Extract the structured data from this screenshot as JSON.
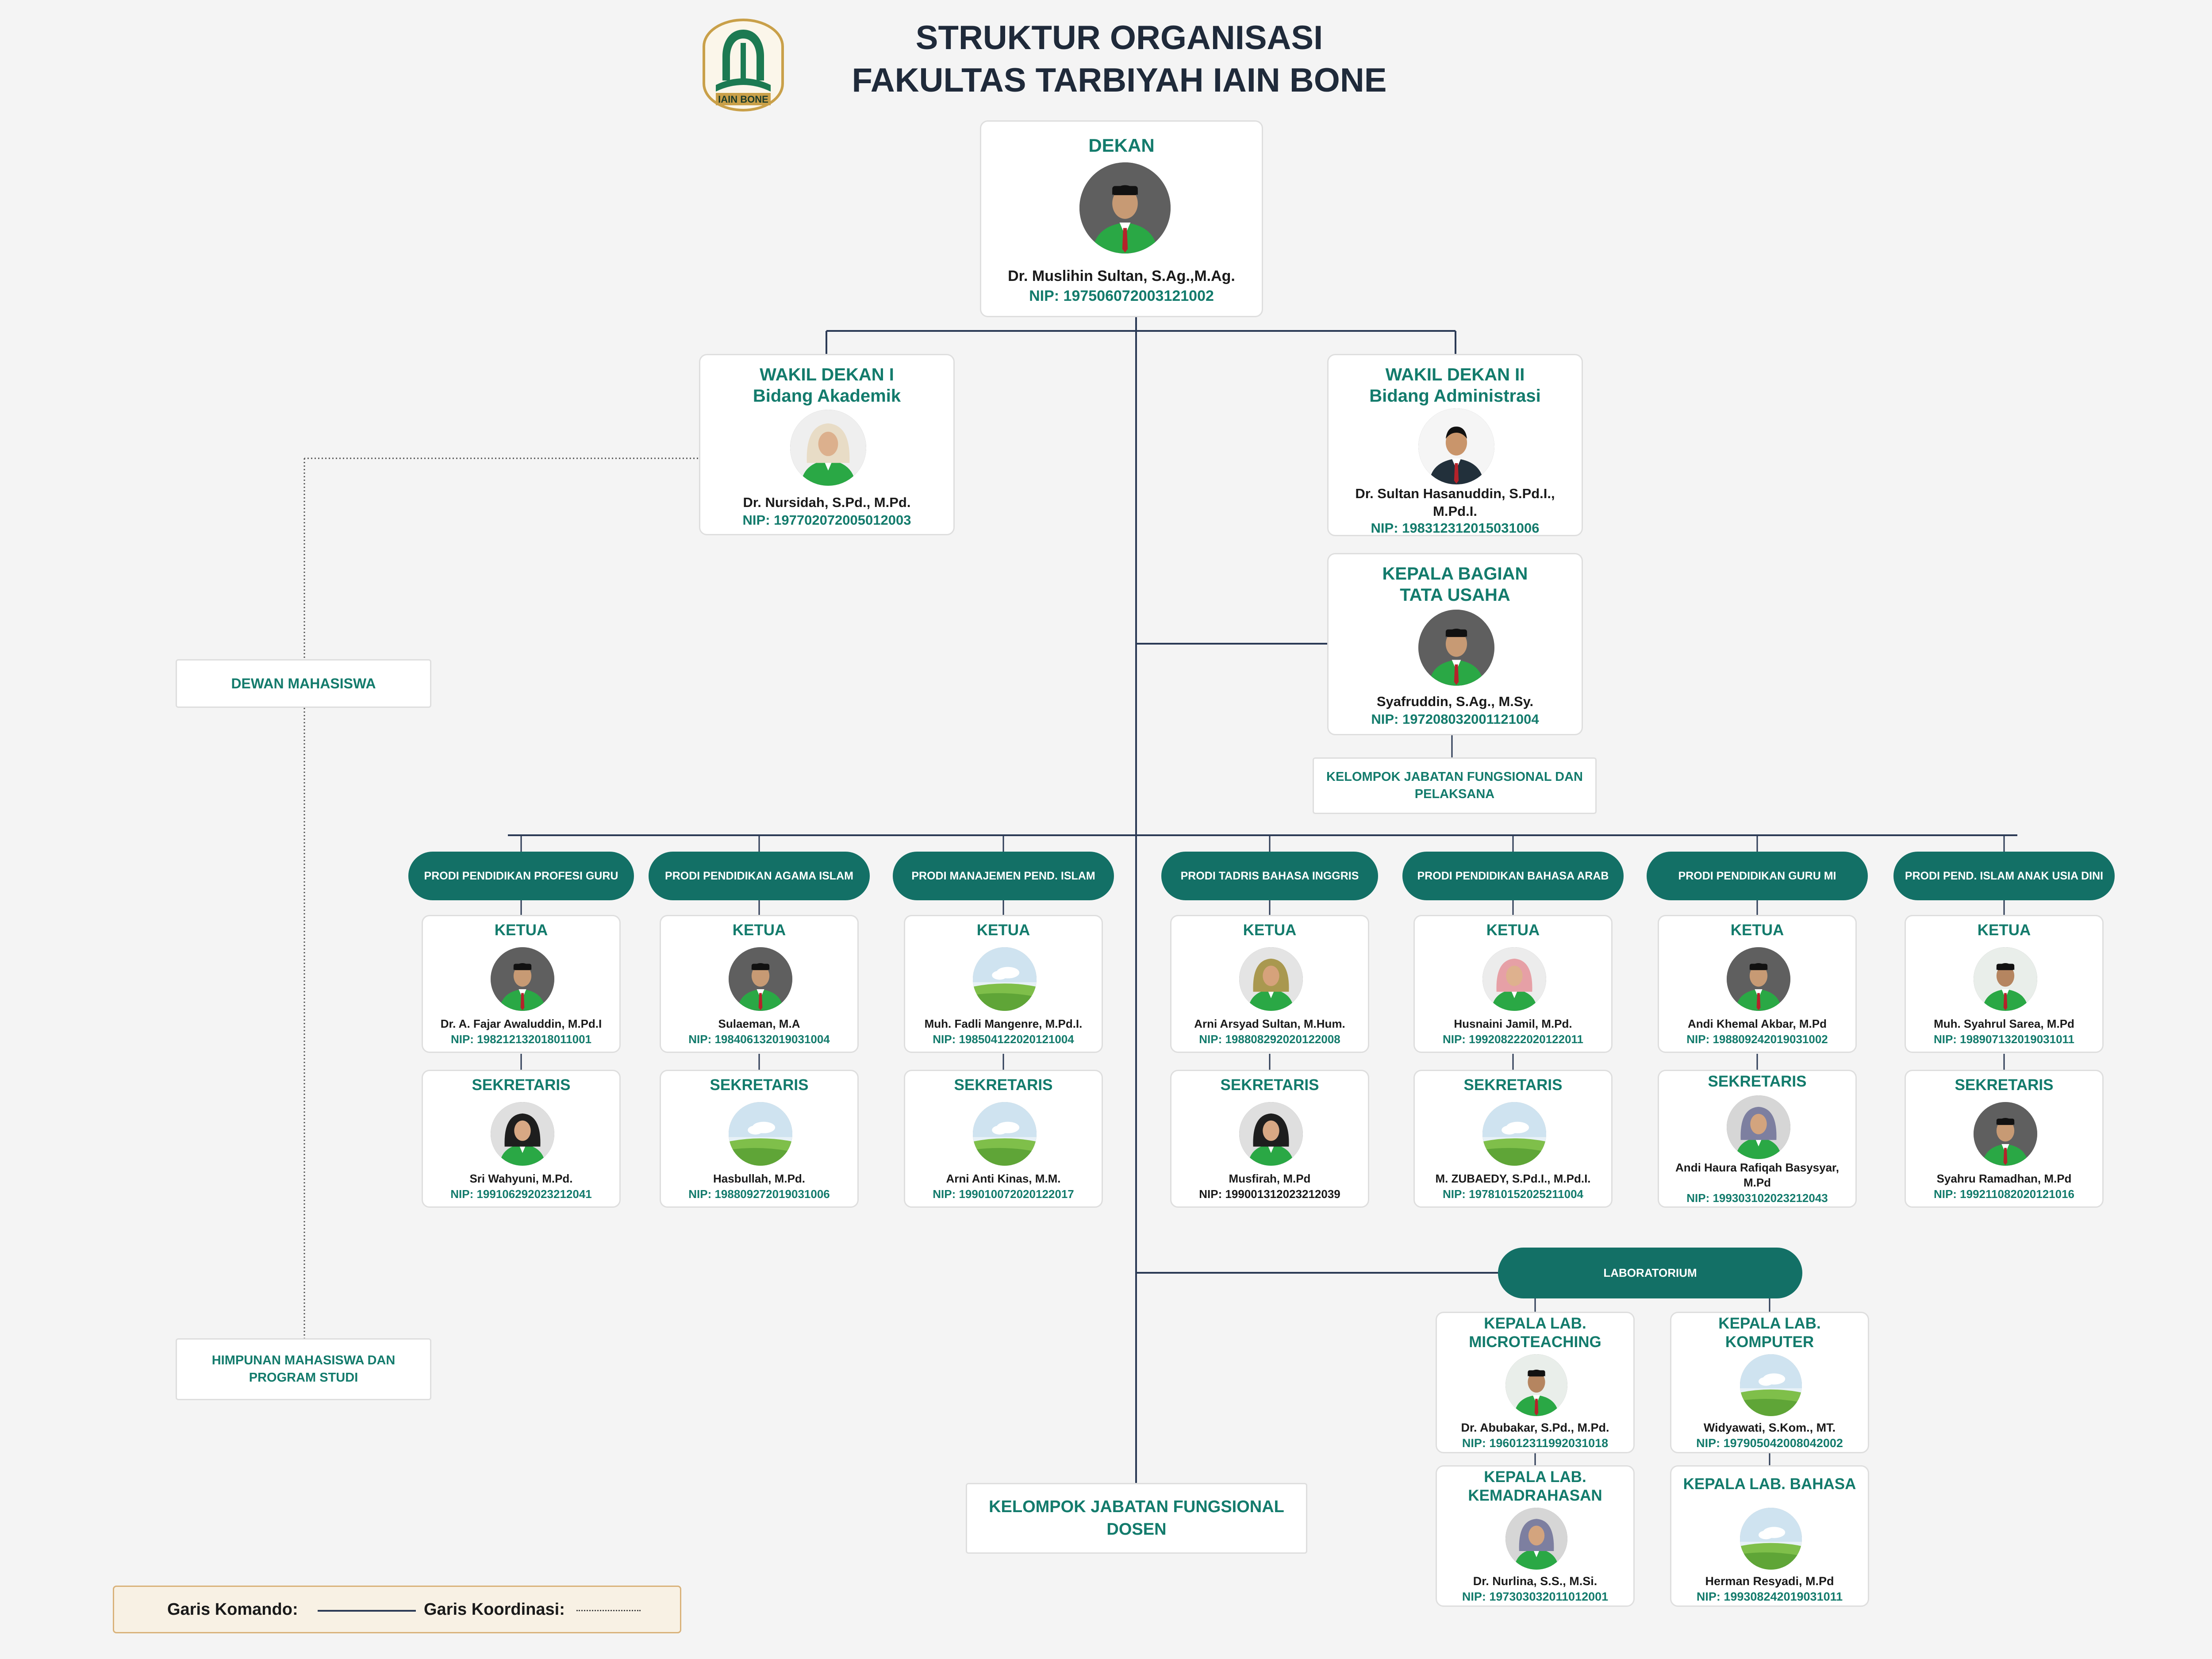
{
  "title": {
    "line1": "STRUKTUR ORGANISASI",
    "line2": "FAKULTAS TARBIYAH IAIN BONE",
    "logo_text": "IAIN BONE"
  },
  "colors": {
    "accent_teal": "#137066",
    "teal_text": "#137b6c",
    "green_uniform": "#2aa845",
    "line": "#2b3a55",
    "legend_border": "#d9b27a"
  },
  "dekan": {
    "role": "DEKAN",
    "name": "Dr. Muslihin Sultan, S.Ag.,M.Ag.",
    "nip": "NIP: 197506072003121002"
  },
  "wakil1": {
    "role1": "WAKIL DEKAN I",
    "role2": "Bidang Akademik",
    "name": "Dr. Nursidah, S.Pd., M.Pd.",
    "nip": "NIP: 197702072005012003"
  },
  "wakil2": {
    "role1": "WAKIL DEKAN II",
    "role2": "Bidang Administrasi",
    "name1": "Dr. Sultan Hasanuddin, S.Pd.I.,",
    "name2": "M.Pd.I.",
    "nip": "NIP: 198312312015031006"
  },
  "kabag": {
    "role1": "KEPALA BAGIAN",
    "role2": "TATA USAHA",
    "name": "Syafruddin, S.Ag., M.Sy.",
    "nip": "NIP: 197208032001121004"
  },
  "kjf_pelaksana": {
    "line1": "KELOMPOK JABATAN FUNGSIONAL DAN",
    "line2": "PELAKSANA"
  },
  "dewan": "DEWAN MAHASISWA",
  "himpunan": {
    "line1": "HIMPUNAN MAHASISWA DAN",
    "line2": "PROGRAM STUDI"
  },
  "labels": {
    "ketua": "KETUA",
    "sekretaris": "SEKRETARIS"
  },
  "prodi": [
    {
      "name": "PRODI PENDIDIKAN PROFESI GURU",
      "ketua": {
        "name": "Dr. A. Fajar Awaluddin, M.Pd.I",
        "nip": "NIP: 198212132018011001",
        "photo": "person-male"
      },
      "sekretaris": {
        "name": "Sri Wahyuni, M.Pd.",
        "nip": "NIP: 199106292023212041",
        "photo": "person-female-dark"
      }
    },
    {
      "name": "PRODI PENDIDIKAN AGAMA ISLAM",
      "ketua": {
        "name": "Sulaeman, M.A",
        "nip": "NIP: 198406132019031004",
        "photo": "person-male"
      },
      "sekretaris": {
        "name": "Hasbullah, M.Pd.",
        "nip": "NIP: 198809272019031006",
        "photo": "placeholder"
      }
    },
    {
      "name": "PRODI MANAJEMEN PEND. ISLAM",
      "ketua": {
        "name": "Muh. Fadli Mangenre, M.Pd.I.",
        "nip": "NIP: 198504122020121004",
        "photo": "placeholder"
      },
      "sekretaris": {
        "name": "Arni Anti Kinas, M.M.",
        "nip": "NIP: 199010072020122017",
        "photo": "placeholder"
      }
    },
    {
      "name": "PRODI TADRIS BAHASA INGGRIS",
      "ketua": {
        "name": "Arni Arsyad Sultan, M.Hum.",
        "nip": "NIP: 198808292020122008",
        "photo": "person-female-olive"
      },
      "sekretaris": {
        "name": "Musfirah, M.Pd",
        "nip": "NIP: 199001312023212039",
        "photo": "person-female-dark"
      }
    },
    {
      "name": "PRODI PENDIDIKAN BAHASA ARAB",
      "ketua": {
        "name": "Husnaini Jamil, M.Pd.",
        "nip": "NIP: 199208222020122011",
        "photo": "person-female-pink"
      },
      "sekretaris": {
        "name": "M. ZUBAEDY, S.Pd.I., M.Pd.I.",
        "nip": "NIP: 197810152025211004",
        "photo": "placeholder"
      }
    },
    {
      "name": "PRODI PENDIDIKAN GURU MI",
      "ketua": {
        "name": "Andi Khemal Akbar, M.Pd",
        "nip": "NIP: 198809242019031002",
        "photo": "person-male"
      },
      "sekretaris": {
        "name": "Andi Haura Rafiqah Basysyar,",
        "name2": "M.Pd",
        "nip": "NIP: 199303102023212043",
        "photo": "person-female-gray"
      }
    },
    {
      "name": "PRODI PEND. ISLAM ANAK USIA DINI",
      "ketua": {
        "name": "Muh. Syahrul Sarea, M.Pd",
        "nip": "NIP: 198907132019031011",
        "photo": "person-male-full"
      },
      "sekretaris": {
        "name": "Syahru Ramadhan, M.Pd",
        "nip": "NIP: 199211082020121016",
        "photo": "person-male"
      }
    }
  ],
  "laboratorium": {
    "label": "LABORATORIUM",
    "units": [
      {
        "role1": "KEPALA LAB.",
        "role2": "MICROTEACHING",
        "name": "Dr. Abubakar, S.Pd., M.Pd.",
        "nip": "NIP: 196012311992031018",
        "photo": "person-male-full"
      },
      {
        "role1": "KEPALA LAB.",
        "role2": "KOMPUTER",
        "name": "Widyawati, S.Kom., MT.",
        "nip": "NIP: 197905042008042002",
        "photo": "placeholder"
      },
      {
        "role1": "KEPALA LAB.",
        "role2": "KEMADRAHASAN",
        "name": "Dr. Nurlina, S.S., M.Si.",
        "nip": "NIP: 197303032011012001",
        "photo": "person-female-gray"
      },
      {
        "role1": "KEPALA LAB. BAHASA",
        "role2": "",
        "name": "Herman Resyadi, M.Pd",
        "nip": "NIP: 199308242019031011",
        "photo": "placeholder"
      }
    ]
  },
  "kjf_dosen": {
    "line1": "KELOMPOK JABATAN FUNGSIONAL",
    "line2": "DOSEN"
  },
  "legend": {
    "komando": "Garis Komando:",
    "koordinasi": "Garis Koordinasi:"
  }
}
